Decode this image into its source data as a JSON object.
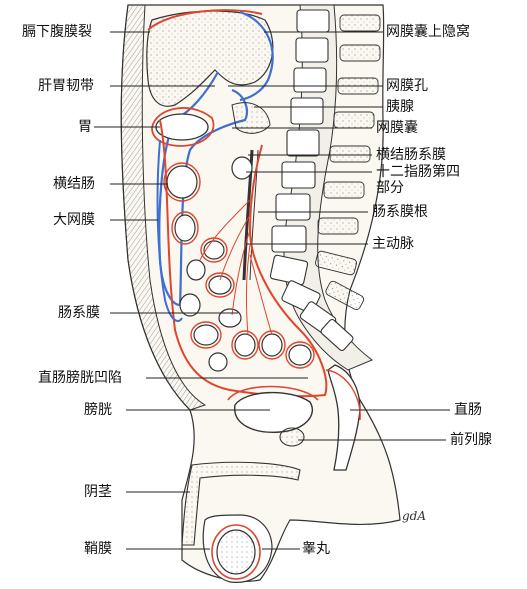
{
  "labels": {
    "diaphragm_peritoneum": "膈下腹膜裂",
    "hepatogastric_ligament": "肝胃韧带",
    "stomach": "胃",
    "transverse_colon": "横结肠",
    "greater_omentum": "大网膜",
    "mesentery": "肠系膜",
    "rectovesical_pouch": "直肠膀胱凹陷",
    "bladder": "膀胱",
    "penis": "阴茎",
    "tunica_vaginalis": "鞘膜",
    "testis": "睾丸",
    "superior_recess": "网膜囊上隐窝",
    "omental_foramen": "网膜孔",
    "pancreas": "胰腺",
    "omental_bursa": "网膜囊",
    "transverse_mesocolon": "横结肠系膜",
    "duodenum_line1": "十二指肠第四",
    "duodenum_line2": "部分",
    "mesentery_root": "肠系膜根",
    "aorta": "主动脉",
    "rectum": "直肠",
    "prostate": "前列腺",
    "signature": "gdA"
  },
  "colors": {
    "outline": "#222222",
    "peritoneum_red": "#e0452e",
    "bursa_blue": "#3f6fd1",
    "skin": "#f7f1e8",
    "bone": "#ffffff",
    "stipple": "#9a9a9a"
  }
}
